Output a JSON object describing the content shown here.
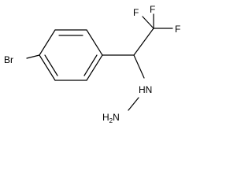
{
  "molecule": {
    "atoms": {
      "br": "Br",
      "f_top": "F",
      "f_right": "F",
      "f_left": "F",
      "nh": "HN",
      "nh2": "H2N"
    },
    "subscript_2": "2",
    "colors": {
      "line": "#000000",
      "background": "#ffffff"
    }
  }
}
